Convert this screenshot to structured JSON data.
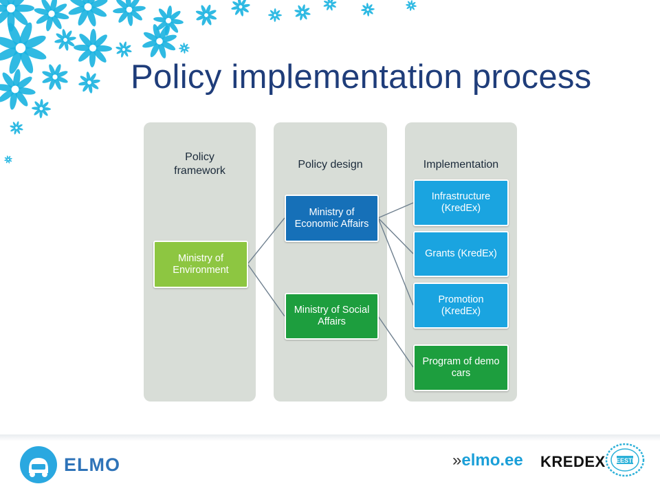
{
  "title": "Policy implementation process",
  "columns": {
    "framework": "Policy\nframework",
    "design": "Policy design",
    "implementation": "Implementation"
  },
  "nodes": {
    "environment": "Ministry of Environment",
    "economic": "Ministry of Economic Affairs",
    "social": "Ministry of Social Affairs",
    "infrastructure": "Infrastructure (KredEx)",
    "grants": "Grants (KredEx)",
    "promotion": "Promotion (KredEx)",
    "demo_cars": "Program of demo cars"
  },
  "footer": {
    "brand": "ELMO",
    "url_prefix": "»",
    "url": "elmo.ee",
    "partner": "KREDEX",
    "seal_text": "EESTI"
  },
  "colors": {
    "title": "#1f3d7a",
    "column_bg": "#d8ddd7",
    "green_node": "#8dc641",
    "blue_node": "#1670b8",
    "dark_green_node": "#1d9e3e",
    "light_blue_node": "#1aa4e0",
    "snowflake": "#19b2e0"
  }
}
